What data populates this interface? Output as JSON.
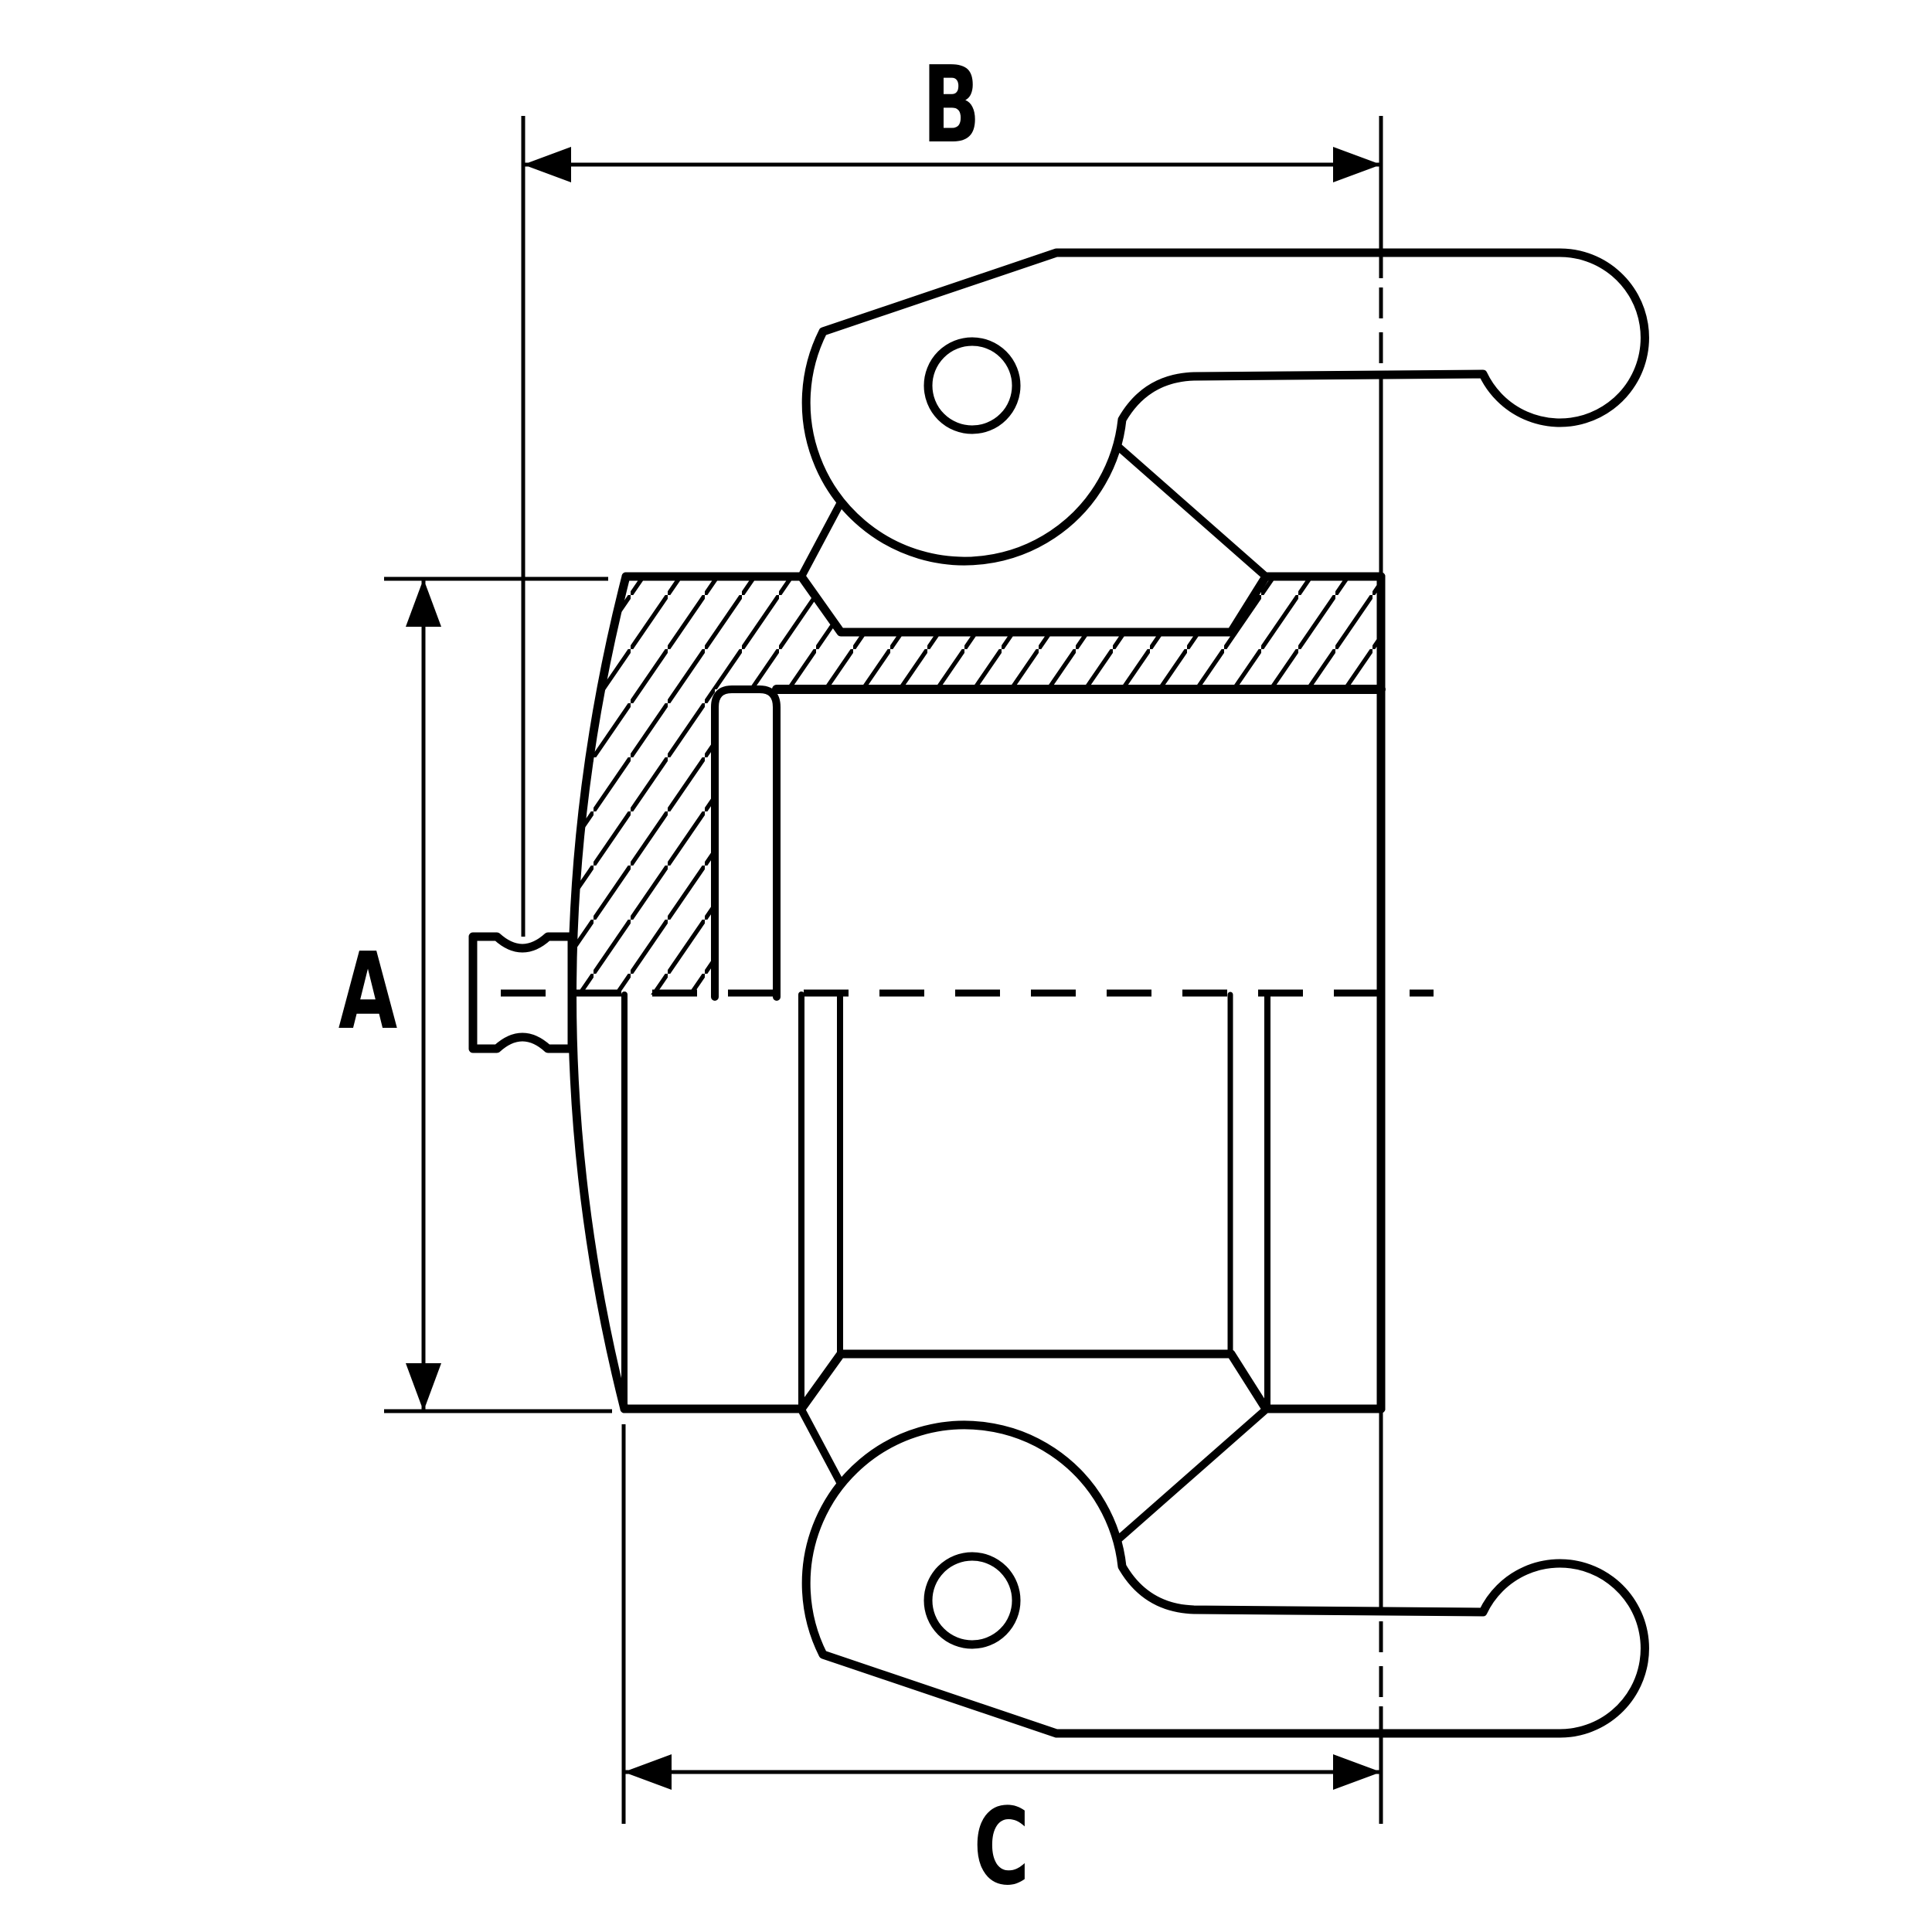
{
  "drawing": {
    "type": "technical-drawing",
    "subject": "camlock-coupler-cross-section",
    "dimension_labels": {
      "a": "A",
      "b": "B",
      "c": "C"
    },
    "colors": {
      "line": "#000000",
      "background": "#ffffff"
    }
  }
}
